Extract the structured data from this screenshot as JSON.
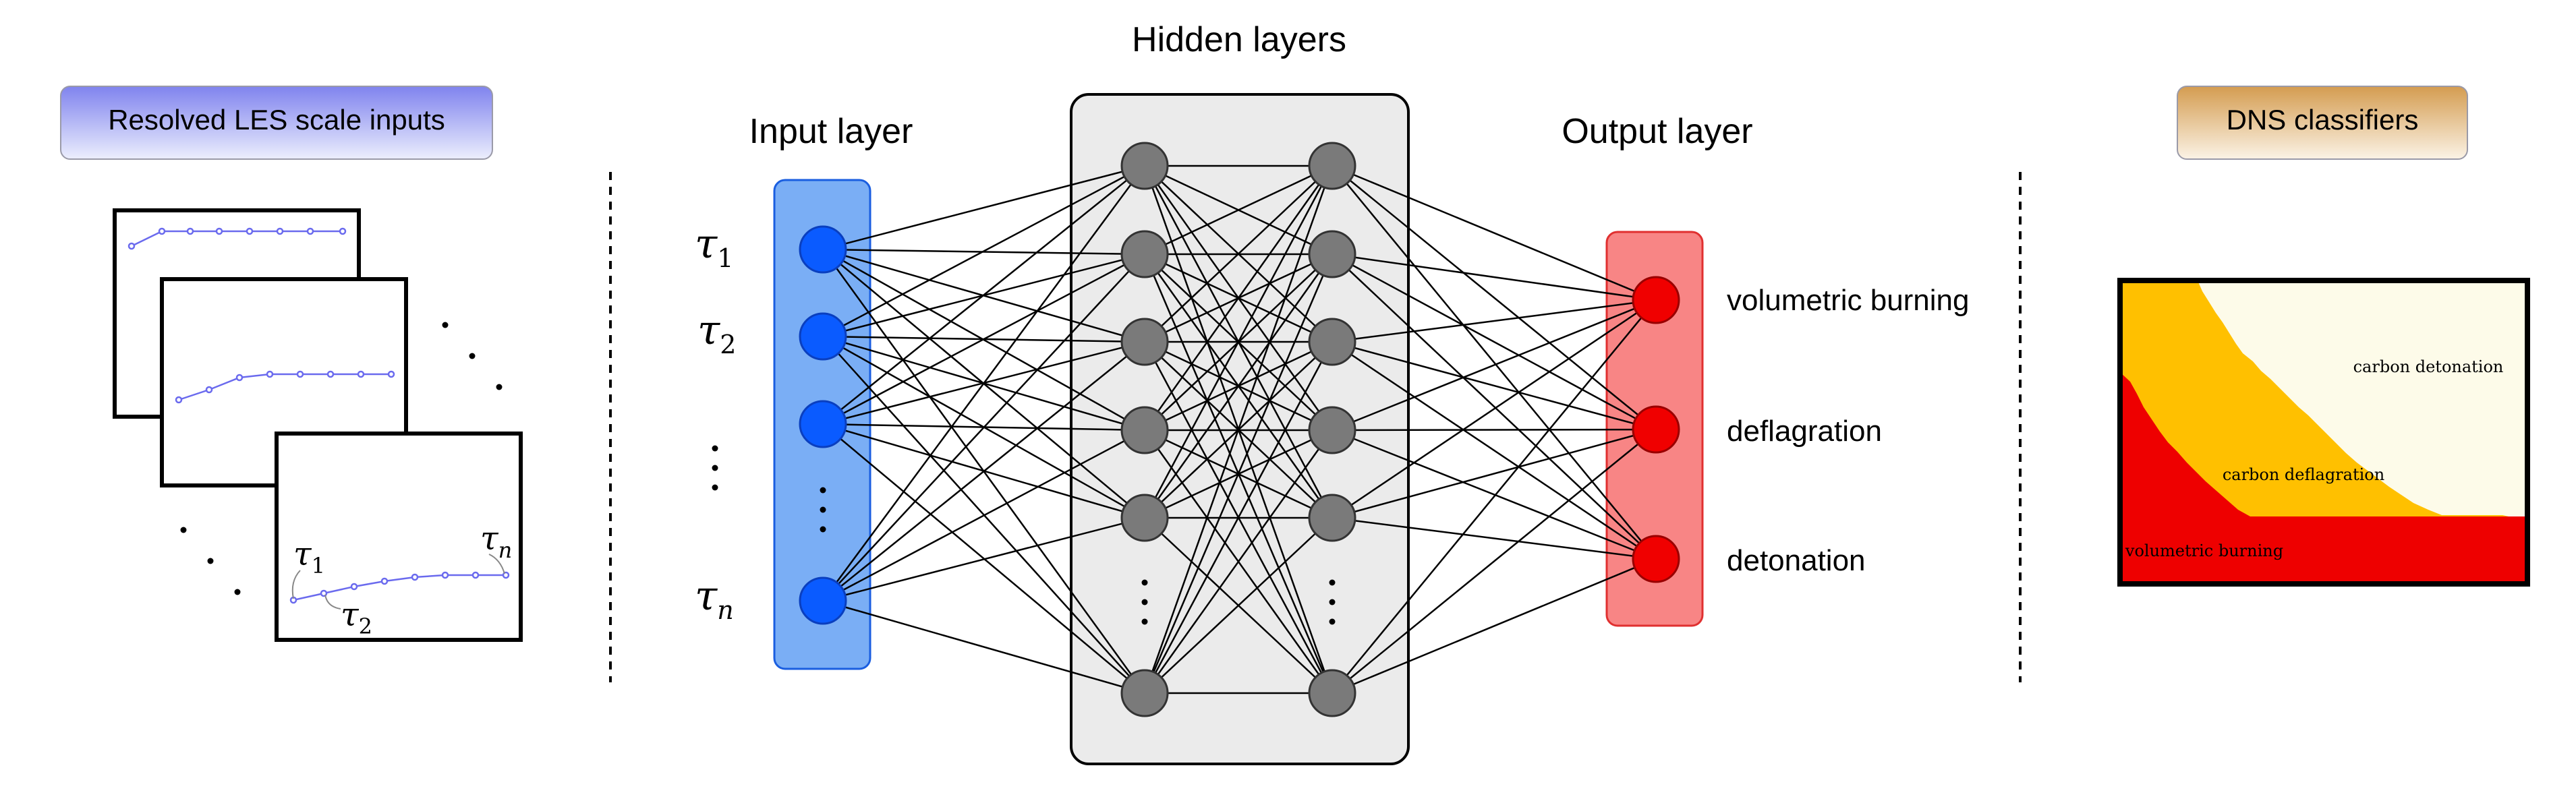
{
  "panels": {
    "les_title": "Resolved LES scale inputs",
    "dns_title": "DNS classifiers"
  },
  "network": {
    "input_label": "Input layer",
    "hidden_label": "Hidden layers",
    "output_label": "Output layer",
    "input_symbols": {
      "tau1": "τ",
      "tau1_sub": "1",
      "tau2": "τ",
      "tau2_sub": "2",
      "taun": "τ",
      "taun_sub": "n"
    },
    "outputs": [
      "volumetric burning",
      "deflagration",
      "detonation"
    ]
  },
  "les_plot": {
    "annot_tau1": "τ",
    "annot_tau1_sub": "1",
    "annot_tau2": "τ",
    "annot_tau2_sub": "2",
    "annot_taun": "τ",
    "annot_taun_sub": "n"
  },
  "dns_map": {
    "regions": [
      "carbon detonation",
      "carbon deflagration",
      "volumetric burning"
    ]
  },
  "colors": {
    "les_header": "#8a8ef0",
    "dns_header": "#d9a860",
    "input_node": "#0a5bff",
    "input_band": "#7aaef5",
    "hidden_node": "#7a7a7a",
    "hidden_box": "#ebebeb",
    "output_node": "#f00000",
    "output_band": "#f88585",
    "region_detonation": "#fdfbe9",
    "region_deflagration": "#ffc000",
    "region_volumetric": "#ee0000",
    "plot_line": "#6a6aee"
  },
  "icons": [
    "ellipsis-vertical-icon",
    "ellipsis-diagonal-icon"
  ]
}
